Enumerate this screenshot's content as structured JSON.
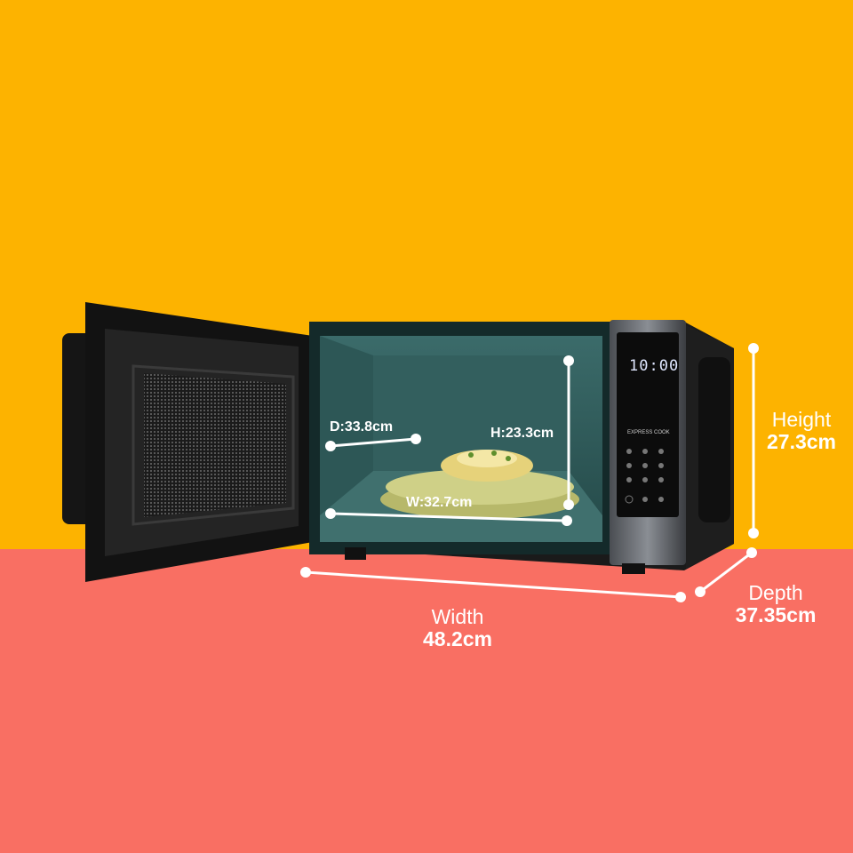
{
  "colors": {
    "top_background": "#FDB300",
    "bottom_background": "#F96F63",
    "annotation": "#ffffff"
  },
  "product": {
    "display_time": "10:00",
    "panel_heading": "EXPRESS COOK"
  },
  "dimensions": {
    "height": {
      "label": "Height",
      "value": "27.3cm"
    },
    "width": {
      "label": "Width",
      "value": "48.2cm"
    },
    "depth": {
      "label": "Depth",
      "value": "37.35cm"
    }
  },
  "interior": {
    "depth": "D:33.8cm",
    "height": "H:23.3cm",
    "width": "W:32.7cm"
  },
  "icons": [
    "microwave-photo"
  ]
}
